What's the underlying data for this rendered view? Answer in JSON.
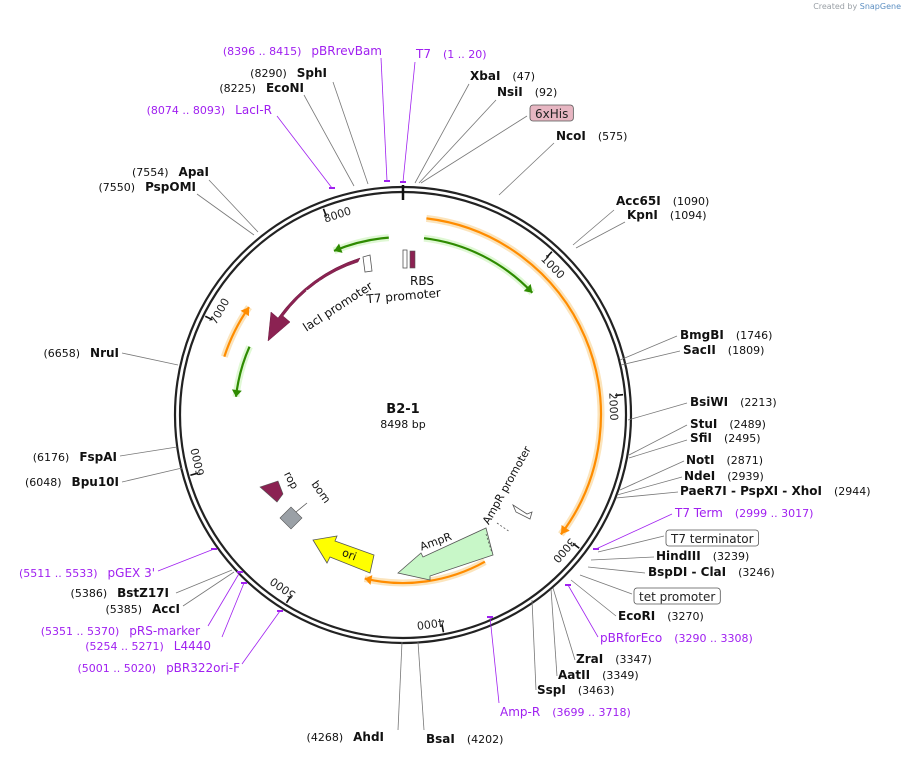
{
  "watermark": {
    "prefix": "Created by",
    "brand": "SnapGene"
  },
  "plasmid": {
    "name": "B2-1",
    "length_label": "8498 bp",
    "length": 8498
  },
  "ruler": [
    {
      "label": "1000",
      "pos": 1000
    },
    {
      "label": "2000",
      "pos": 2000
    },
    {
      "label": "3000",
      "pos": 3000
    },
    {
      "label": "4000",
      "pos": 4000
    },
    {
      "label": "5000",
      "pos": 5000
    },
    {
      "label": "6000",
      "pos": 6000
    },
    {
      "label": "7000",
      "pos": 7000
    },
    {
      "label": "8000",
      "pos": 8000
    }
  ],
  "sites": [
    {
      "name": "XbaI",
      "pos": "(47)",
      "type": "enzyme"
    },
    {
      "name": "NsiI",
      "pos": "(92)",
      "type": "enzyme"
    },
    {
      "name": "6xHis",
      "pos": "",
      "type": "tag"
    },
    {
      "name": "NcoI",
      "pos": "(575)",
      "type": "enzyme"
    },
    {
      "name": "Acc65I",
      "pos": "(1090)",
      "type": "enzyme"
    },
    {
      "name": "KpnI",
      "pos": "(1094)",
      "type": "enzyme"
    },
    {
      "name": "BmgBI",
      "pos": "(1746)",
      "type": "enzyme"
    },
    {
      "name": "SacII",
      "pos": "(1809)",
      "type": "enzyme"
    },
    {
      "name": "BsiWI",
      "pos": "(2213)",
      "type": "enzyme"
    },
    {
      "name": "StuI",
      "pos": "(2489)",
      "type": "enzyme"
    },
    {
      "name": "SfiI",
      "pos": "(2495)",
      "type": "enzyme"
    },
    {
      "name": "NotI",
      "pos": "(2871)",
      "type": "enzyme"
    },
    {
      "name": "NdeI",
      "pos": "(2939)",
      "type": "enzyme"
    },
    {
      "name": "PaeR7I  -  PspXI  -  XhoI",
      "pos": "(2944)",
      "type": "enzyme"
    },
    {
      "name": "T7 Term",
      "pos": "(2999 .. 3017)",
      "type": "primer"
    },
    {
      "name": "T7 terminator",
      "pos": "",
      "type": "boxed"
    },
    {
      "name": "HindIII",
      "pos": "(3239)",
      "type": "enzyme"
    },
    {
      "name": "BspDI  -  ClaI",
      "pos": "(3246)",
      "type": "enzyme"
    },
    {
      "name": "tet promoter",
      "pos": "",
      "type": "boxed"
    },
    {
      "name": "EcoRI",
      "pos": "(3270)",
      "type": "enzyme"
    },
    {
      "name": "pBRforEco",
      "pos": "(3290 .. 3308)",
      "type": "primer"
    },
    {
      "name": "ZraI",
      "pos": "(3347)",
      "type": "enzyme"
    },
    {
      "name": "AatII",
      "pos": "(3349)",
      "type": "enzyme"
    },
    {
      "name": "SspI",
      "pos": "(3463)",
      "type": "enzyme"
    },
    {
      "name": "Amp-R",
      "pos": "(3699 .. 3718)",
      "type": "primer"
    },
    {
      "name": "BsaI",
      "pos": "(4202)",
      "type": "enzyme"
    },
    {
      "name": "AhdI",
      "pos": "(4268)",
      "type": "enzyme"
    },
    {
      "name": "pBR322ori-F",
      "pos": "(5001 .. 5020)",
      "type": "primer"
    },
    {
      "name": "L4440",
      "pos": "(5254 .. 5271)",
      "type": "primer"
    },
    {
      "name": "pRS-marker",
      "pos": "(5351 .. 5370)",
      "type": "primer"
    },
    {
      "name": "AccI",
      "pos": "(5385)",
      "type": "enzyme"
    },
    {
      "name": "BstZ17I",
      "pos": "(5386)",
      "type": "enzyme"
    },
    {
      "name": "pGEX 3'",
      "pos": "(5511 .. 5533)",
      "type": "primer"
    },
    {
      "name": "Bpu10I",
      "pos": "(6048)",
      "type": "enzyme"
    },
    {
      "name": "FspAI",
      "pos": "(6176)",
      "type": "enzyme"
    },
    {
      "name": "NruI",
      "pos": "(6658)",
      "type": "enzyme"
    },
    {
      "name": "PspOMI",
      "pos": "(7550)",
      "type": "enzyme"
    },
    {
      "name": "ApaI",
      "pos": "(7554)",
      "type": "enzyme"
    },
    {
      "name": "LacI-R",
      "pos": "(8074 .. 8093)",
      "type": "primer"
    },
    {
      "name": "EcoNI",
      "pos": "(8225)",
      "type": "enzyme"
    },
    {
      "name": "SphI",
      "pos": "(8290)",
      "type": "enzyme"
    },
    {
      "name": "pBRrevBam",
      "pos": "(8396 .. 8415)",
      "type": "primer"
    },
    {
      "name": "T7",
      "pos": "(1 .. 20)",
      "type": "primer"
    }
  ],
  "features": {
    "laci": "lacI",
    "laci_promoter": "lacI promoter",
    "t7_promoter": "T7 promoter",
    "rbs": "RBS",
    "ampr": "AmpR",
    "ampr_promoter": "AmpR promoter",
    "ori": "ori",
    "rop": "rop",
    "bom": "bom"
  },
  "colors": {
    "primer": "#a020f0",
    "laci": "#8b2252",
    "orf": "#ffa500",
    "orf_arrow": "#ff8c00",
    "green_arrow": "#2e8b00",
    "ampr_fill": "#c8f7c8",
    "ori_fill": "#ffff00",
    "rop_fill": "#8b2252",
    "bom_fill": "#9aa0a6",
    "tag_fill": "#e7b6c2"
  }
}
